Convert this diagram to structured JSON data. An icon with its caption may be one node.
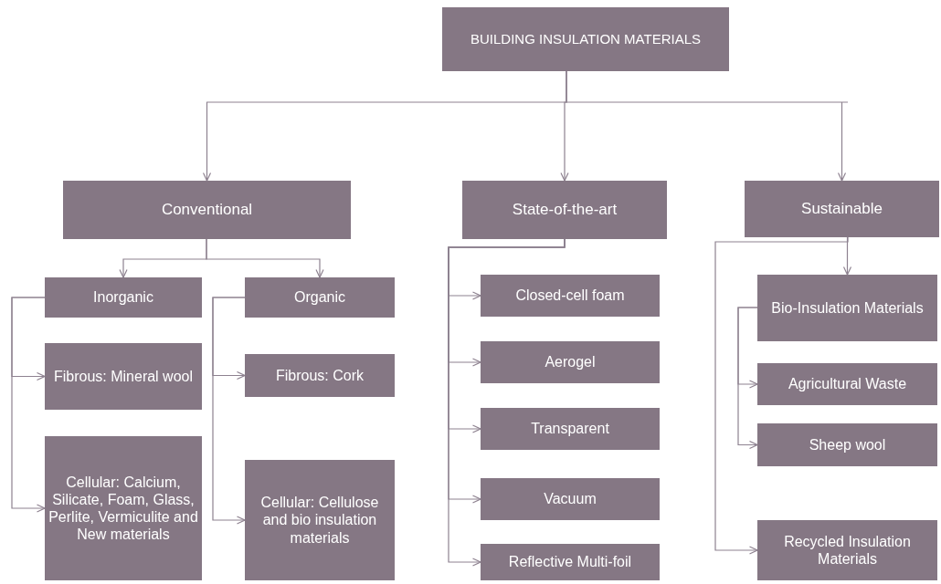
{
  "diagram": {
    "nodes": [
      {
        "text": [
          "BUILDING INSULATION MATERIALS"
        ]
      },
      {
        "text": [
          "Conventional"
        ]
      },
      {
        "text": [
          "State-of-the-art"
        ]
      },
      {
        "text": [
          "Sustainable"
        ]
      },
      {
        "text": [
          "Inorganic"
        ]
      },
      {
        "text": [
          "Fibrous: Mineral wool"
        ]
      },
      {
        "text": [
          "Cellular: Calcium, Silicate, Foam, Glass, Perlite, Vermiculite and New materials"
        ]
      },
      {
        "text": [
          "Organic"
        ]
      },
      {
        "text": [
          "Fibrous: Cork"
        ]
      },
      {
        "text": [
          "Cellular: Cellulose and bio insulation materials"
        ]
      },
      {
        "text": [
          "Closed-cell foam"
        ]
      },
      {
        "text": [
          "Aerogel"
        ]
      },
      {
        "text": [
          "Transparent"
        ]
      },
      {
        "text": [
          "Vacuum"
        ]
      },
      {
        "text": [
          "Reflective Multi-foil"
        ]
      },
      {
        "text": [
          "Bio-Insulation Materials"
        ]
      },
      {
        "text": [
          "Agricultural Waste"
        ]
      },
      {
        "text": [
          "Sheep wool"
        ]
      },
      {
        "text": [
          "Recycled Insulation Materials"
        ]
      }
    ],
    "edges": [
      {
        "from": 0,
        "to": 1,
        "arrow": "to"
      },
      {
        "from": 0,
        "to": 2,
        "arrow": "to"
      },
      {
        "from": 0,
        "to": 3,
        "arrow": "to"
      },
      {
        "from": 1,
        "to": 4,
        "arrow": "to"
      },
      {
        "from": 1,
        "to": 7,
        "arrow": "to"
      },
      {
        "from": 4,
        "to": 5,
        "arrow": "to"
      },
      {
        "from": 4,
        "to": 6,
        "arrow": "to"
      },
      {
        "from": 7,
        "to": 8,
        "arrow": "to"
      },
      {
        "from": 7,
        "to": 9,
        "arrow": "to"
      },
      {
        "from": 2,
        "to": 10,
        "arrow": "to"
      },
      {
        "from": 2,
        "to": 11,
        "arrow": "to"
      },
      {
        "from": 2,
        "to": 12,
        "arrow": "to"
      },
      {
        "from": 2,
        "to": 13,
        "arrow": "to"
      },
      {
        "from": 2,
        "to": 14,
        "arrow": "to"
      },
      {
        "from": 3,
        "to": 15,
        "arrow": "to"
      },
      {
        "from": 3,
        "to": 18,
        "arrow": "to"
      },
      {
        "from": 15,
        "to": 16,
        "arrow": "to"
      },
      {
        "from": 15,
        "to": 17,
        "arrow": "to"
      }
    ]
  }
}
